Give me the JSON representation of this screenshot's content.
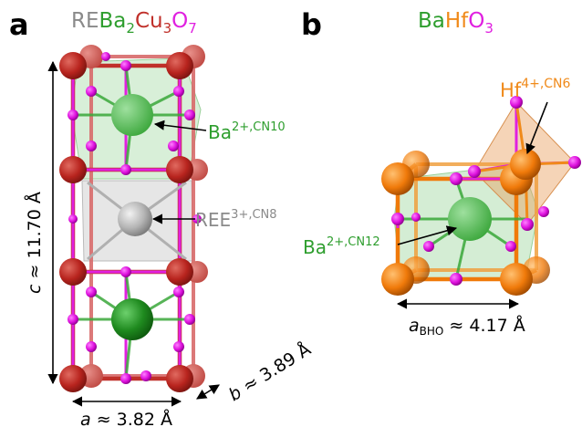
{
  "panel_a": {
    "letter": "a",
    "formula": {
      "re": "RE",
      "ba": "Ba",
      "ba_sub": "2",
      "cu": "Cu",
      "cu_sub": "3",
      "o": "O",
      "o_sub": "7"
    },
    "ba_label": {
      "main": "Ba",
      "sup": "2+,CN10"
    },
    "ree_label": {
      "main": "REE",
      "sup": "3+,CN8"
    },
    "c_label": {
      "var": "c",
      "value": " ≈ 11.70 Å"
    },
    "a_label": {
      "var": "a",
      "value": " ≈ 3.82 Å"
    },
    "b_label": {
      "var": "b",
      "value": " ≈ 3.89 Å"
    }
  },
  "panel_b": {
    "letter": "b",
    "formula": {
      "ba": "Ba",
      "hf": "Hf",
      "o": "O",
      "o_sub": "3"
    },
    "hf_label": {
      "main": "Hf",
      "sup": "4+,CN6"
    },
    "ba_label": {
      "main": "Ba",
      "sup": "2+,CN12"
    },
    "a_label": {
      "var": "a",
      "sub": "BHO",
      "value": " ≈ 4.17 Å"
    }
  },
  "colors": {
    "ba": "#2e9e2e",
    "cu": "#c0302a",
    "o": "#e020e0",
    "ree": "#8a8a8a",
    "hf": "#f08a1a",
    "text": "#000000"
  }
}
